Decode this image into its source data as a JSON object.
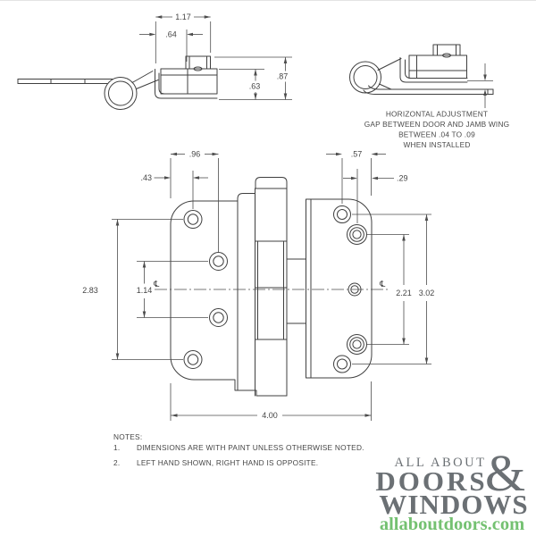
{
  "drawing": {
    "side_left": {
      "dim_width_total": "1.17",
      "dim_width_offset": ".64",
      "dim_height_total": ".87",
      "dim_height_body": ".63"
    },
    "side_right": {
      "adjustment_note": [
        "HORIZONTAL ADJUSTMENT",
        "GAP BETWEEN DOOR AND JAMB WING",
        "BETWEEN .04 TO .09",
        "WHEN INSTALLED"
      ]
    },
    "front": {
      "edge_to_first_hole": ".43",
      "edge_to_second_hole": ".96",
      "jamb_first_hole_to_edge": ".57",
      "jamb_second_hole_to_edge": ".29",
      "door_outer_hole_span": "2.83",
      "door_inner_hole_span": "1.14",
      "jamb_inner_hole_span": "2.21",
      "jamb_outer_hole_span": "3.02",
      "overall_width": "4.00",
      "centerline_symbol": "℄"
    }
  },
  "notes": {
    "title": "NOTES:",
    "items": [
      {
        "num": "1.",
        "text": "DIMENSIONS ARE WITH PAINT UNLESS OTHERWISE NOTED."
      },
      {
        "num": "2.",
        "text": "LEFT HAND SHOWN, RIGHT HAND IS OPPOSITE."
      }
    ]
  },
  "logo": {
    "top": "ALL ABOUT",
    "amp": "&",
    "middle": "DOORS",
    "bottom": "WINDOWS",
    "url": "allaboutdoors.com"
  },
  "colors": {
    "line": "#3f3f3f",
    "dim": "#4c4c4c",
    "logo_gray": "#6b7074",
    "logo_green": "#74c171"
  }
}
